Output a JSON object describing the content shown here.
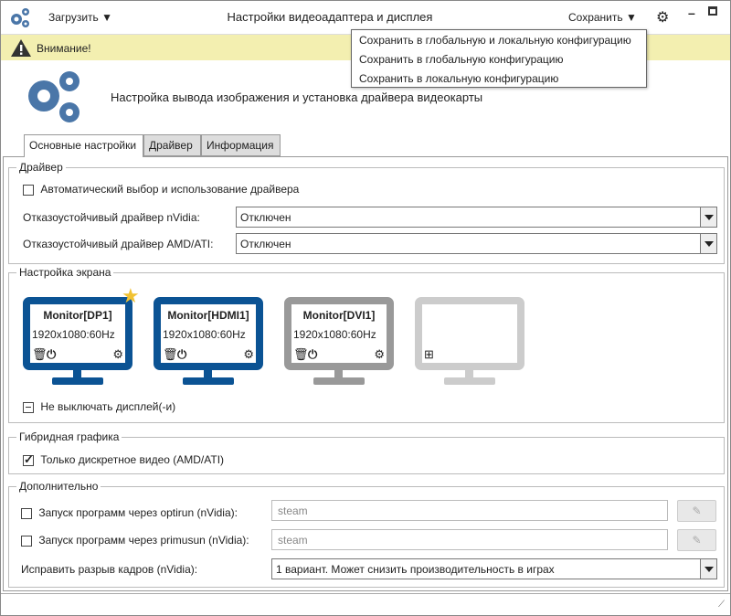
{
  "titlebar": {
    "load_label": "Загрузить",
    "title": "Настройки видеоадаптера и дисплея",
    "save_label": "Сохранить"
  },
  "save_menu": [
    "Сохранить в глобальную и локальную конфигурацию",
    "Сохранить в глобальную конфигурацию",
    "Сохранить в локальную конфигурацию"
  ],
  "warning": "Внимание!",
  "banner": {
    "text": "Настройка вывода изображения и установка драйвера видеокарты"
  },
  "tabs": [
    {
      "label": "Основные настройки",
      "active": true
    },
    {
      "label": "Драйвер"
    },
    {
      "label": "Информация"
    }
  ],
  "driver": {
    "legend": "Драйвер",
    "auto_label": "Автоматический выбор и использование драйвера",
    "auto_checked": false,
    "nvidia_label": "Отказоустойчивый драйвер nVidia:",
    "nvidia_value": "Отключен",
    "amd_label": "Отказоустойчивый драйвер AMD/ATI:",
    "amd_value": "Отключен"
  },
  "screen": {
    "legend": "Настройка экрана",
    "monitors": [
      {
        "name": "Monitor[DP1]",
        "mode": "1920x1080:60Hz",
        "color": "#0b5394",
        "primary": true
      },
      {
        "name": "Monitor[HDMI1]",
        "mode": "1920x1080:60Hz",
        "color": "#0b5394"
      },
      {
        "name": "Monitor[DVI1]",
        "mode": "1920x1080:60Hz",
        "color": "#999999"
      },
      {
        "name": "",
        "mode": "",
        "color": "#cccccc",
        "add": true
      }
    ],
    "no_blank_label": "Не выключать дисплей(-и)"
  },
  "hybrid": {
    "legend": "Гибридная графика",
    "discrete_label": "Только дискретное видео (AMD/ATI)",
    "discrete_checked": true
  },
  "extra": {
    "legend": "Дополнительно",
    "optirun_label": "Запуск программ через optirun (nVidia):",
    "optirun_value": "steam",
    "primusun_label": "Запуск программ через primusun (nVidia):",
    "primusun_value": "steam",
    "tearing_label": "Исправить разрыв кадров (nVidia):",
    "tearing_value": "1 вариант. Может снизить производительность в играх"
  },
  "colors": {
    "accent": "#4a76a8",
    "warning_bg": "#f3efb0",
    "monitor_active": "#0b5394"
  }
}
